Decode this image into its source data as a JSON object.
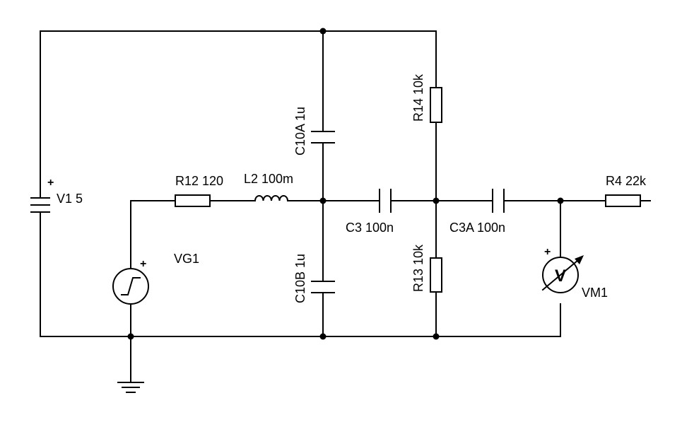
{
  "components": {
    "v1": {
      "label": "V1 5",
      "plus": "+"
    },
    "vg1": {
      "label": "VG1",
      "plus": "+"
    },
    "r12": {
      "label": "R12 120"
    },
    "l2": {
      "label": "L2 100m"
    },
    "c10a": {
      "label": "C10A 1u"
    },
    "c10b": {
      "label": "C10B 1u"
    },
    "c3": {
      "label": "C3 100n"
    },
    "r14": {
      "label": "R14 10k"
    },
    "r13": {
      "label": "R13 10k"
    },
    "c3a": {
      "label": "C3A 100n"
    },
    "r4": {
      "label": "R4 22k"
    },
    "vm1": {
      "label": "VM1",
      "plus": "+",
      "symbol": "V"
    }
  }
}
